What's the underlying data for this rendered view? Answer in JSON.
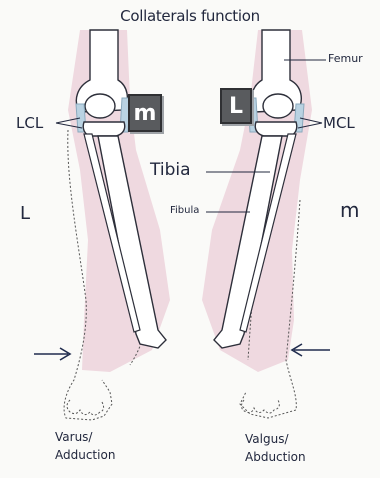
{
  "title": "Collaterals function",
  "labels": {
    "lcl": "LCL",
    "mcl": "MCL",
    "femur": "Femur",
    "tibia": "Tibia",
    "fibula": "Fibula",
    "left_l": "L",
    "right_m": "m",
    "box_m": "m",
    "box_l": "L"
  },
  "captions": {
    "left_line1": "Varus/",
    "left_line2": "Adduction",
    "right_line1": "Valgus/",
    "right_line2": "Abduction"
  },
  "colors": {
    "skin": "#efd9e0",
    "bone_outline": "#2d2f3a",
    "ligament": "#b9d2e2",
    "ink": "#22283e",
    "arrow": "#1f2b4d"
  }
}
